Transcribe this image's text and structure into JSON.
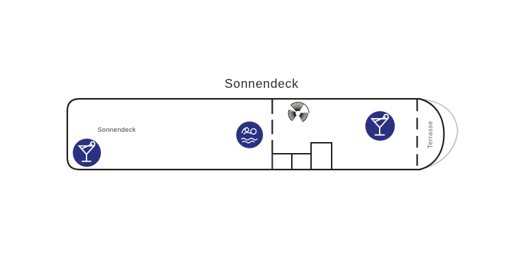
{
  "page": {
    "title": "Sonnendeck"
  },
  "deck": {
    "name_label": "Sonnendeck",
    "terrace_label": "Terrasse",
    "markers": [
      {
        "id": "aft-bar",
        "icon": "cocktail-icon"
      },
      {
        "id": "pool",
        "icon": "swimmer-icon"
      },
      {
        "id": "bow-bar",
        "icon": "cocktail-icon"
      }
    ],
    "features": [
      {
        "icon": "spiral-staircase-icon"
      },
      {
        "icon": "deck-structure-boxes"
      }
    ]
  },
  "colors": {
    "marker_fill": "#2a3180",
    "outline": "#1d1d1b",
    "bow_shadow": "#bcbcbc",
    "title_text": "#2d2d2d",
    "label_text": "#3a3a3a",
    "terrace_text": "#5a5a5a"
  }
}
